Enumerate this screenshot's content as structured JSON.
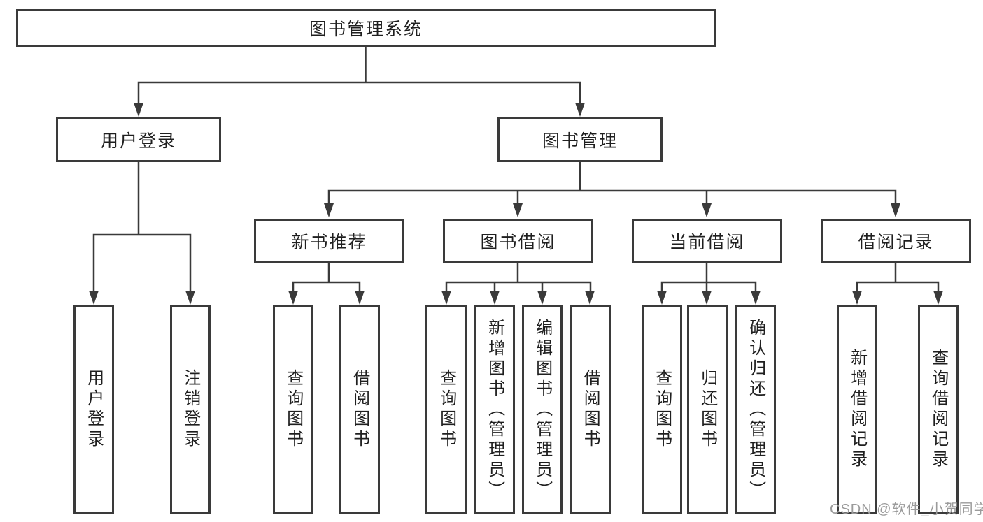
{
  "diagram": {
    "root": {
      "label": "图书管理系统"
    },
    "branches": [
      {
        "label": "用户登录",
        "children": [
          {
            "label": "用户登录"
          },
          {
            "label": "注销登录"
          }
        ]
      },
      {
        "label": "图书管理",
        "children": [
          {
            "label": "新书推荐",
            "children": [
              {
                "label": "查询图书"
              },
              {
                "label": "借阅图书"
              }
            ]
          },
          {
            "label": "图书借阅",
            "children": [
              {
                "label": "查询图书"
              },
              {
                "label": "新增图书（管理员）"
              },
              {
                "label": "编辑图书（管理员）"
              },
              {
                "label": "借阅图书"
              }
            ]
          },
          {
            "label": "当前借阅",
            "children": [
              {
                "label": "查询图书"
              },
              {
                "label": "归还图书"
              },
              {
                "label": "确认归还（管理员）"
              }
            ]
          },
          {
            "label": "借阅记录",
            "children": [
              {
                "label": "新增借阅记录"
              },
              {
                "label": "查询借阅记录"
              }
            ]
          }
        ]
      }
    ]
  },
  "watermark": {
    "text": "CSDN @软件_小贺同学"
  },
  "colors": {
    "line": "#3a3a3a",
    "text": "#1f1f1f",
    "background": "#ffffff",
    "watermark": "#9b9b9b"
  }
}
